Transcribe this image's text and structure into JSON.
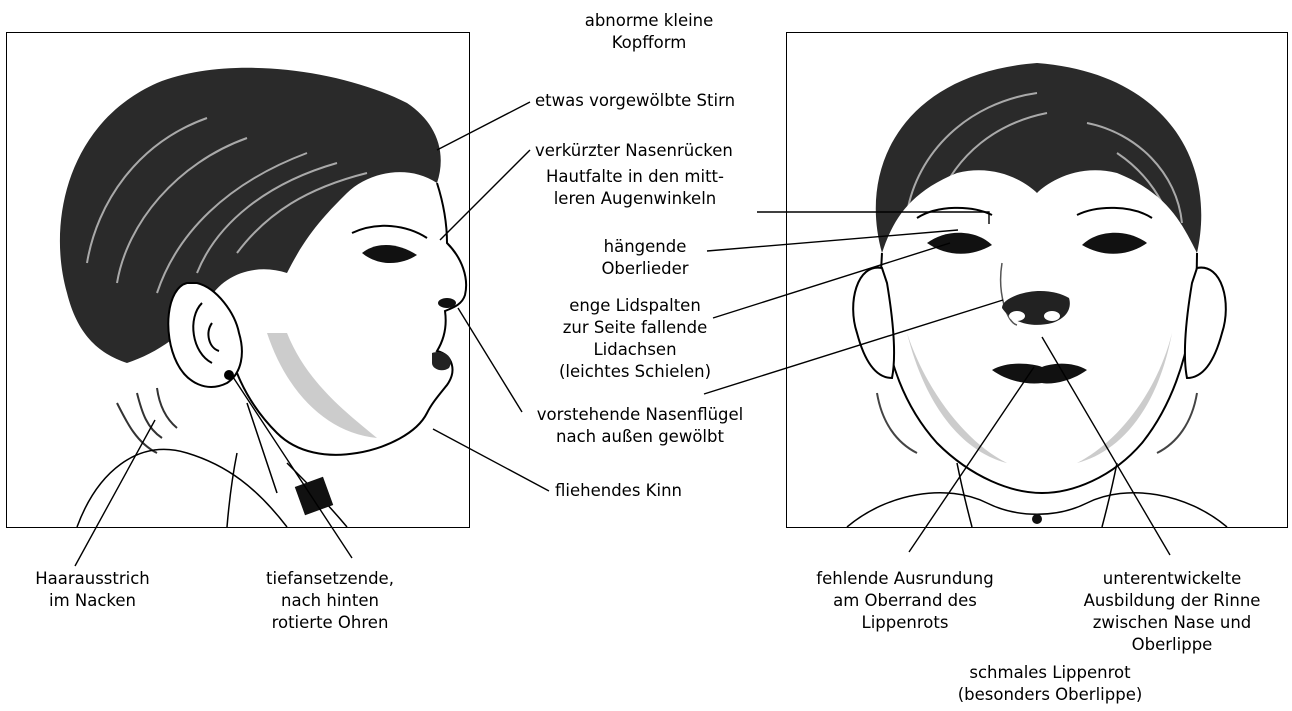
{
  "labels": {
    "head_shape": [
      "abnorme kleine",
      "Kopfform"
    ],
    "forehead": [
      "etwas vorgewölbte Stirn"
    ],
    "nasal_bridge": [
      "verkürzter Nasenrücken"
    ],
    "epicanthus": [
      "Hautfalte in den mitt-",
      "leren Augenwinkeln"
    ],
    "ptosis": [
      "hängende",
      "Oberlieder"
    ],
    "palpebral": [
      "enge Lidspalten",
      "zur Seite fallende",
      "Lidachsen",
      "(leichtes Schielen)"
    ],
    "nostrils": [
      "vorstehende Nasenflügel",
      "nach außen gewölbt"
    ],
    "chin": [
      "fliehendes Kinn"
    ],
    "hairline": [
      "Haarausstrich",
      "im Nacken"
    ],
    "ears": [
      "tiefansetzende,",
      "nach hinten",
      "rotierte Ohren"
    ],
    "lip_border": [
      "fehlende Ausrundung",
      "am Oberrand des",
      "Lippenrots"
    ],
    "philtrum": [
      "unterentwickelte",
      "Ausbildung der Rinne",
      "zwischen Nase und",
      "Oberlippe"
    ],
    "thin_lip": [
      "schmales Lippenrot",
      "(besonders Oberlippe)"
    ]
  }
}
